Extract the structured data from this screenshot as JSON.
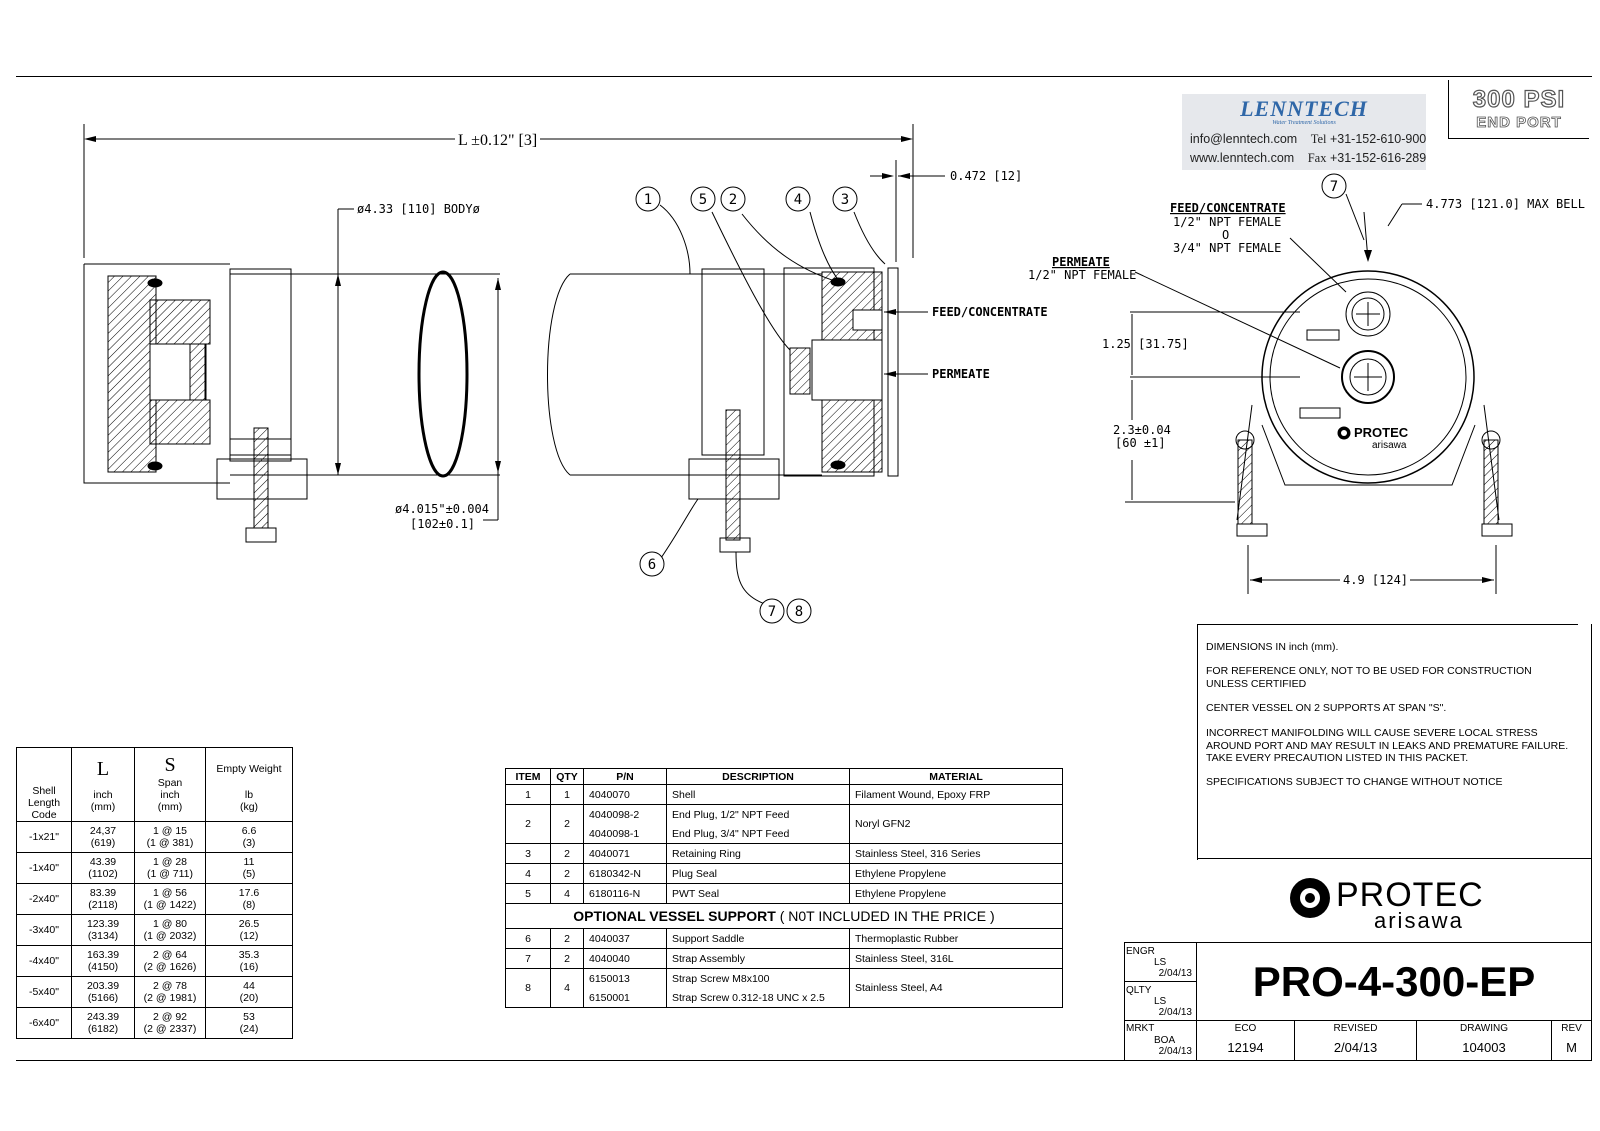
{
  "header": {
    "logo": {
      "brand": "LENNTECH",
      "tagline": "Water Treatment Solutions",
      "email": "info@lenntech.com",
      "tel_label": "Tel",
      "tel": "+31-152-610-900",
      "web": "www.lenntech.com",
      "fax_label": "Fax",
      "fax": "+31-152-616-289"
    },
    "psi_title": "300 PSI",
    "psi_subtitle": "END PORT"
  },
  "drawing": {
    "length_dim": "L ±0.12\" [3]",
    "body_dia": "ø4.33 [110] BODYø",
    "bore_dia_1": "ø4.015\"±0.004",
    "bore_dia_2": "[102±0.1]",
    "end_dim": "0.472 [12]",
    "feed_concentrate": "FEED/CONCENTRATE",
    "permeate": "PERMEATE",
    "balloons": [
      "1",
      "5",
      "2",
      "4",
      "3",
      "6",
      "7",
      "8"
    ],
    "end_view": {
      "feed_title": "FEED/CONCENTRATE",
      "feed_line1": "1/2\" NPT FEMALE",
      "feed_line2": "O",
      "feed_line3": "3/4\" NPT FEMALE",
      "permeate_title": "PERMEATE",
      "permeate_line1": "1/2\" NPT FEMALE",
      "max_bell": "4.773 [121.0] MAX BELL",
      "dim_125": "1.25 [31.75]",
      "dim_23_a": "2.3±0.04",
      "dim_23_b": "[60 ±1]",
      "dim_49": "4.9 [124]",
      "balloon": "7",
      "label_brand": "PROTEC",
      "label_sub": "arisawa"
    }
  },
  "notes": [
    "DIMENSIONS IN inch (mm).",
    "FOR REFERENCE ONLY, NOT TO BE USED FOR CONSTRUCTION UNLESS CERTIFIED",
    "CENTER VESSEL ON 2 SUPPORTS AT SPAN \"S\".",
    "INCORRECT MANIFOLDING WILL CAUSE SEVERE LOCAL STRESS AROUND PORT AND MAY RESULT IN LEAKS AND PREMATURE FAILURE.  TAKE EVERY PRECAUTION LISTED IN THIS PACKET.",
    "SPECIFICATIONS SUBJECT TO CHANGE WITHOUT NOTICE"
  ],
  "length_table": {
    "h_L": "L",
    "h_S": "S",
    "h_weight": "Empty Weight",
    "h_span": "Span",
    "h_shell": "Shell Length Code",
    "h_inch1": "inch",
    "h_mm1": "(mm)",
    "h_inch2": "inch",
    "h_mm2": "(mm)",
    "h_lb": "lb",
    "h_kg": "(kg)",
    "rows": [
      {
        "code": "-1x21\"",
        "l_in": "24,37",
        "l_mm": "(619)",
        "s_in": "1 @ 15",
        "s_mm": "(1 @ 381)",
        "w_lb": "6.6",
        "w_kg": "(3)"
      },
      {
        "code": "-1x40\"",
        "l_in": "43.39",
        "l_mm": "(1102)",
        "s_in": "1 @ 28",
        "s_mm": "(1 @ 711)",
        "w_lb": "11",
        "w_kg": "(5)"
      },
      {
        "code": "-2x40\"",
        "l_in": "83.39",
        "l_mm": "(2118)",
        "s_in": "1 @ 56",
        "s_mm": "(1 @ 1422)",
        "w_lb": "17.6",
        "w_kg": "(8)"
      },
      {
        "code": "-3x40\"",
        "l_in": "123.39",
        "l_mm": "(3134)",
        "s_in": "1 @ 80",
        "s_mm": "(1 @ 2032)",
        "w_lb": "26.5",
        "w_kg": "(12)"
      },
      {
        "code": "-4x40\"",
        "l_in": "163.39",
        "l_mm": "(4150)",
        "s_in": "2 @ 64",
        "s_mm": "(2 @ 1626)",
        "w_lb": "35.3",
        "w_kg": "(16)"
      },
      {
        "code": "-5x40\"",
        "l_in": "203.39",
        "l_mm": "(5166)",
        "s_in": "2 @ 78",
        "s_mm": "(2 @ 1981)",
        "w_lb": "44",
        "w_kg": "(20)"
      },
      {
        "code": "-6x40\"",
        "l_in": "243.39",
        "l_mm": "(6182)",
        "s_in": "2 @ 92",
        "s_mm": "(2 @ 2337)",
        "w_lb": "53",
        "w_kg": "(24)"
      }
    ]
  },
  "parts_table": {
    "headers": [
      "ITEM",
      "QTY",
      "P/N",
      "DESCRIPTION",
      "MATERIAL"
    ],
    "optional_title": "OPTIONAL VESSEL SUPPORT",
    "optional_note": "( N0T INCLUDED IN THE PRICE )",
    "r1": [
      "1",
      "1",
      "4040070",
      "Shell",
      "Filament Wound, Epoxy FRP"
    ],
    "r2": {
      "item": "2",
      "qty": "2",
      "pn_a": "4040098-2",
      "desc_a": "End Plug, 1/2\" NPT Feed",
      "pn_b": "4040098-1",
      "desc_b": "End Plug, 3/4\" NPT Feed",
      "mat": "Noryl GFN2"
    },
    "r3": [
      "3",
      "2",
      "4040071",
      "Retaining Ring",
      "Stainless Steel, 316 Series"
    ],
    "r4": [
      "4",
      "2",
      "6180342-N",
      "Plug Seal",
      "Ethylene Propylene"
    ],
    "r5": [
      "5",
      "4",
      "6180116-N",
      "PWT Seal",
      "Ethylene Propylene"
    ],
    "r6": [
      "6",
      "2",
      "4040037",
      "Support Saddle",
      "Thermoplastic Rubber"
    ],
    "r7": [
      "7",
      "2",
      "4040040",
      "Strap Assembly",
      "Stainless Steel, 316L"
    ],
    "r8": {
      "item": "8",
      "qty": "4",
      "pn_a": "6150013",
      "desc_a": "Strap Screw  M8x100",
      "pn_b": "6150001",
      "desc_b": "Strap Screw  0.312-18 UNC x 2.5",
      "mat": "Stainless Steel, A4"
    }
  },
  "title_block": {
    "brand": "PROTEC",
    "brand_sub": "arisawa",
    "title": "PRO-4-300-EP",
    "engr_label": "ENGR",
    "engr_name": "LS",
    "engr_date": "2/04/13",
    "qlty_label": "QLTY",
    "qlty_name": "LS",
    "qlty_date": "2/04/13",
    "mrkt_label": "MRKT",
    "mrkt_name": "BOA",
    "mrkt_date": "2/04/13",
    "eco_label": "ECO",
    "eco": "12194",
    "revised_label": "REVISED",
    "revised": "2/04/13",
    "drawing_label": "DRAWING",
    "drawing": "104003",
    "rev_label": "REV",
    "rev": "M"
  }
}
